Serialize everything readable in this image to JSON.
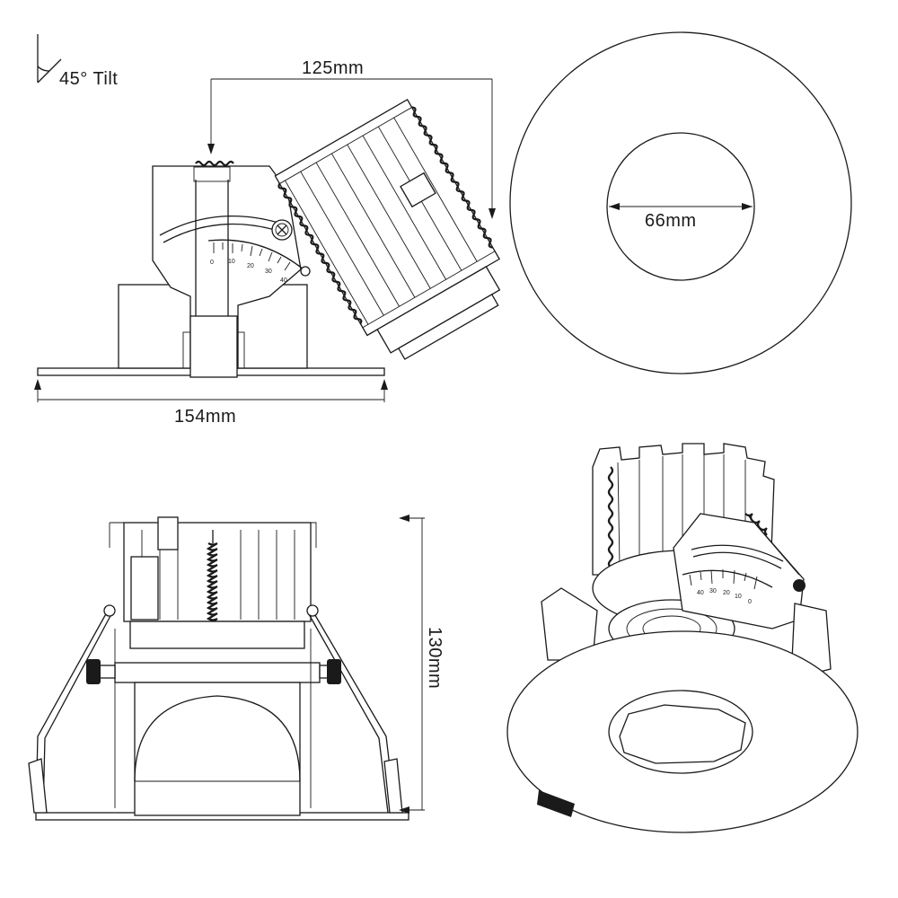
{
  "tilt": {
    "label": "45° Tilt"
  },
  "dimensions": {
    "side_width": "125mm",
    "trim_width": "154mm",
    "cutout_diameter": "66mm",
    "height": "130mm"
  },
  "scales": {
    "side_ticks": [
      "0",
      "10",
      "20",
      "30",
      "40"
    ],
    "iso_ticks": [
      "40",
      "30",
      "20",
      "10",
      "0"
    ]
  },
  "colors": {
    "line": "#1a1a1a",
    "background": "#ffffff"
  }
}
